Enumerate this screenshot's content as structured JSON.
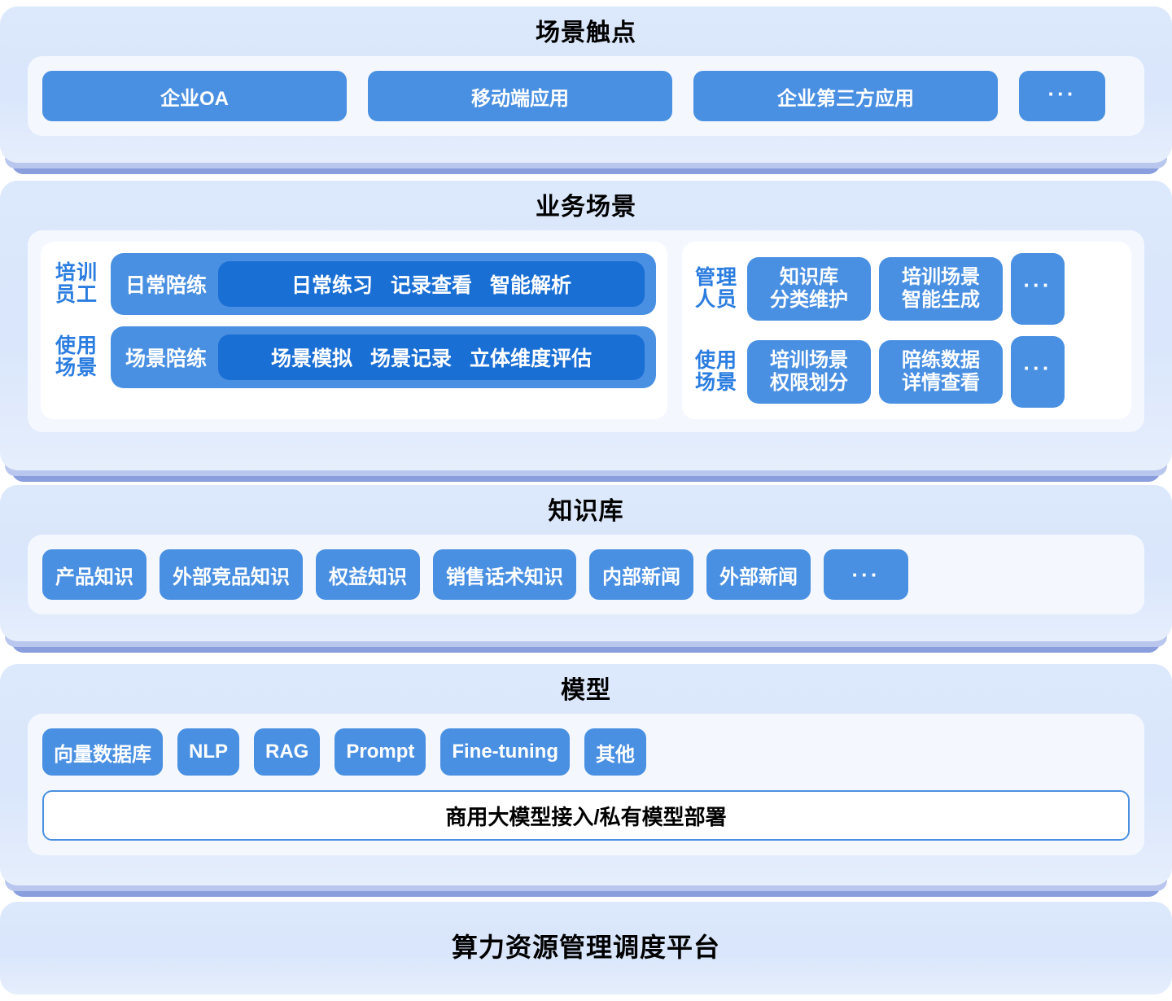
{
  "sections": {
    "touchpoints": {
      "title": "场景触点",
      "items": [
        "企业OA",
        "移动端应用",
        "企业第三方应用"
      ],
      "more": "···"
    },
    "business": {
      "title": "业务场景",
      "left": {
        "rows": [
          {
            "label_line1": "培训",
            "label_line2": "员工",
            "head": "日常陪练",
            "items": [
              "日常练习",
              "记录查看",
              "智能解析"
            ]
          },
          {
            "label_line1": "使用",
            "label_line2": "场景",
            "head": "场景陪练",
            "items": [
              "场景模拟",
              "场景记录",
              "立体维度评估"
            ]
          }
        ]
      },
      "right": {
        "rows": [
          {
            "label_line1": "管理",
            "label_line2": "人员",
            "cards": [
              {
                "line1": "知识库",
                "line2": "分类维护"
              },
              {
                "line1": "培训场景",
                "line2": "智能生成"
              }
            ],
            "more": "···"
          },
          {
            "label_line1": "使用",
            "label_line2": "场景",
            "cards": [
              {
                "line1": "培训场景",
                "line2": "权限划分"
              },
              {
                "line1": "陪练数据",
                "line2": "详情查看"
              }
            ],
            "more": "···"
          }
        ]
      }
    },
    "knowledge": {
      "title": "知识库",
      "items": [
        "产品知识",
        "外部竞品知识",
        "权益知识",
        "销售话术知识",
        "内部新闻",
        "外部新闻"
      ],
      "more": "···"
    },
    "model": {
      "title": "模型",
      "items": [
        "向量数据库",
        "NLP",
        "RAG",
        "Prompt",
        "Fine-tuning",
        "其他"
      ],
      "note": "商用大模型接入/私有模型部署"
    },
    "compute": {
      "title": "算力资源管理调度平台"
    }
  },
  "colors": {
    "pill_blue": "#4a90e2",
    "pill_blue_dark": "#1a6fd4",
    "panel_bg": "#dce8fb",
    "card_bg": "#f4f8fe",
    "base_bar": "#8a9ede",
    "label_blue": "#2b7de0",
    "title_black": "#000000"
  }
}
